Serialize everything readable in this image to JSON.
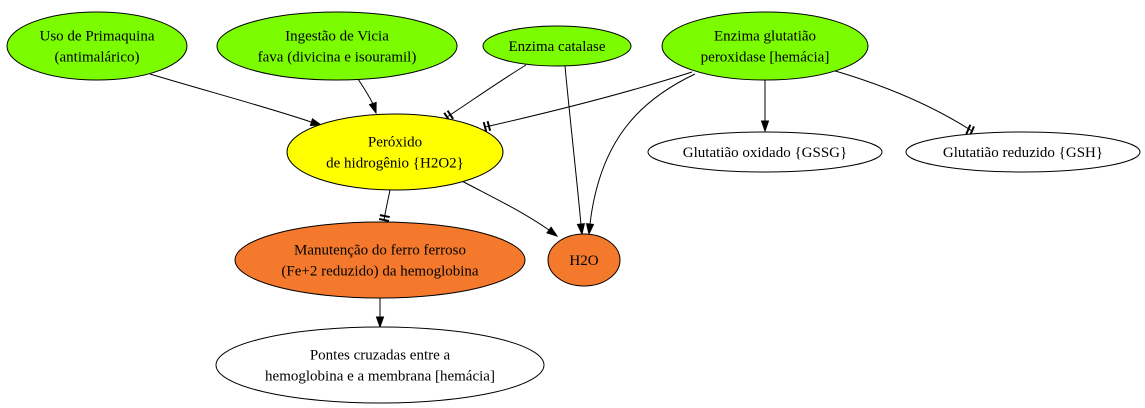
{
  "colors": {
    "green": "#7cfc00",
    "yellow": "#ffff00",
    "orange": "#f4792d",
    "white": "#ffffff",
    "stroke": "#000000"
  },
  "nodes": {
    "primaquina": {
      "line1": "Uso de Primaquina",
      "line2": "(antimalárico)",
      "color": "green"
    },
    "vicia": {
      "line1": "Ingestão de Vicia",
      "line2": "fava (divicina e isouramil)",
      "color": "green"
    },
    "catalase": {
      "line1": "Enzima catalase",
      "color": "green"
    },
    "glutationa_peroxidase": {
      "line1": "Enzima glutatião",
      "line2": "peroxidase [hemácia]",
      "color": "green"
    },
    "peroxido": {
      "line1": "Peróxido",
      "line2": "de hidrogênio {H2O2}",
      "color": "yellow"
    },
    "gssg": {
      "line1": "Glutatião oxidado {GSSG}",
      "color": "white"
    },
    "gsh": {
      "line1": "Glutatião reduzido {GSH}",
      "color": "white"
    },
    "ferro": {
      "line1": "Manutenção do ferro ferroso",
      "line2": "(Fe+2 reduzido) da hemoglobina",
      "color": "orange"
    },
    "h2o": {
      "line1": "H2O",
      "color": "orange"
    },
    "pontes": {
      "line1": "Pontes cruzadas entre a",
      "line2": "hemoglobina e a membrana [hemácia]",
      "color": "white"
    }
  },
  "edges": [
    {
      "from": "primaquina",
      "to": "peroxido",
      "type": "arrow"
    },
    {
      "from": "vicia",
      "to": "peroxido",
      "type": "arrow"
    },
    {
      "from": "catalase",
      "to": "peroxido",
      "type": "inhibit"
    },
    {
      "from": "catalase",
      "to": "h2o",
      "type": "arrow"
    },
    {
      "from": "glutationa_peroxidase",
      "to": "peroxido",
      "type": "inhibit"
    },
    {
      "from": "glutationa_peroxidase",
      "to": "h2o",
      "type": "arrow"
    },
    {
      "from": "glutationa_peroxidase",
      "to": "gssg",
      "type": "arrow"
    },
    {
      "from": "glutationa_peroxidase",
      "to": "gsh",
      "type": "inhibit"
    },
    {
      "from": "peroxido",
      "to": "h2o",
      "type": "arrow"
    },
    {
      "from": "peroxido",
      "to": "ferro",
      "type": "inhibit"
    },
    {
      "from": "ferro",
      "to": "pontes",
      "type": "arrow"
    }
  ]
}
